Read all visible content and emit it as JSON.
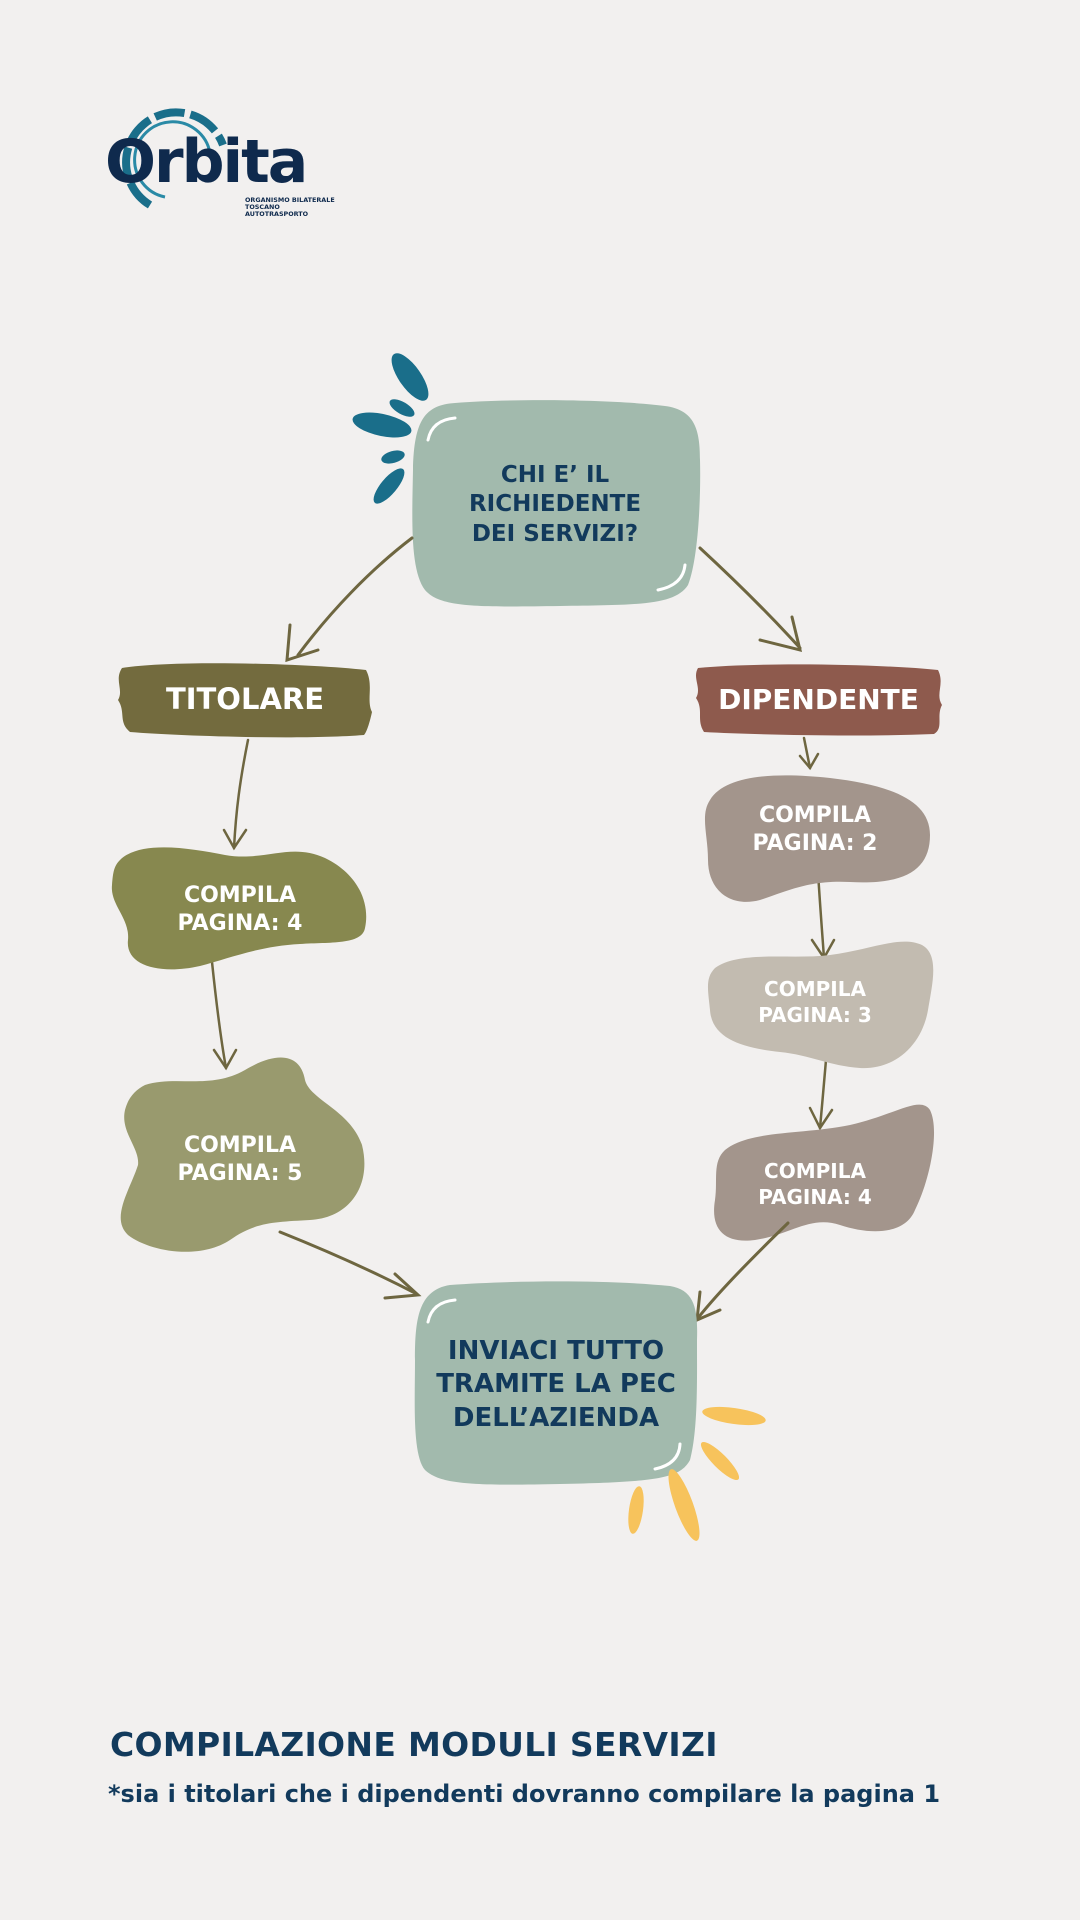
{
  "logo": {
    "name": "Orbita",
    "subtitle": "ORGANISMO BILATERALE\nTOSCANO AUTOTRASPORTO"
  },
  "diagram": {
    "question": "CHI E’ IL\nRICHIEDENTE\nDEI SERVIZI?",
    "branches": {
      "titolare": {
        "label": "TITOLARE",
        "steps": [
          "COMPILA\nPAGINA: 4",
          "COMPILA\nPAGINA: 5"
        ]
      },
      "dipendente": {
        "label": "DIPENDENTE",
        "steps": [
          "COMPILA\nPAGINA: 2",
          "COMPILA\nPAGINA: 3",
          "COMPILA\nPAGINA: 4"
        ]
      }
    },
    "final": "INVIACI TUTTO\nTRAMITE LA PEC\nDELL’AZIENDA"
  },
  "footer": {
    "title": "COMPILAZIONE MODULI SERVIZI",
    "note": "*sia i titolari che i dipendenti dovranno compilare la pagina 1"
  },
  "colors": {
    "background": "#f2f0ef",
    "sage_box": "#a2baad",
    "navy_text": "#123a5c",
    "titolare": "#736b3e",
    "dipendente": "#8e5a4d",
    "olive": "#87884f",
    "olive_light": "#999a6e",
    "taupe": "#a3958c",
    "taupe_light": "#c2bbb0",
    "arrow": "#6e6640",
    "accent_teal": "#1a6e8a",
    "accent_yellow": "#f7c35c"
  }
}
